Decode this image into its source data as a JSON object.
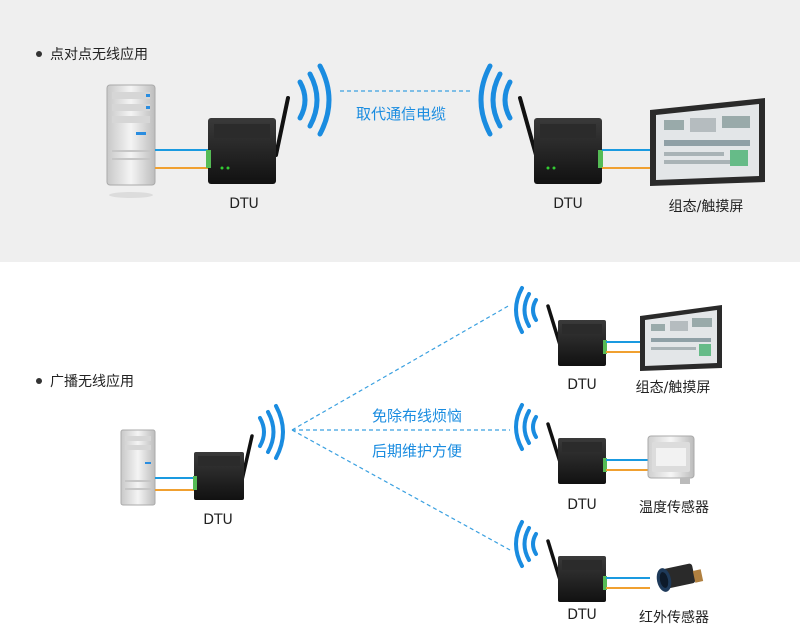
{
  "sections": {
    "point_to_point": {
      "title": "点对点无线应用",
      "link_text": "取代通信电缆",
      "left_device": "DTU",
      "right_device": "DTU",
      "endpoint": "组态/触摸屏"
    },
    "broadcast": {
      "title": "广播无线应用",
      "note_line1": "免除布线烦恼",
      "note_line2": "后期维护方便",
      "source_device": "DTU",
      "targets": [
        {
          "device": "DTU",
          "endpoint": "组态/触摸屏"
        },
        {
          "device": "DTU",
          "endpoint": "温度传感器"
        },
        {
          "device": "DTU",
          "endpoint": "红外传感器"
        }
      ]
    }
  },
  "colors": {
    "blue_line": "#1a9ae0",
    "orange_line": "#f0a030",
    "dashed": "#3aa0e0",
    "wave": "#1a8ce0"
  }
}
